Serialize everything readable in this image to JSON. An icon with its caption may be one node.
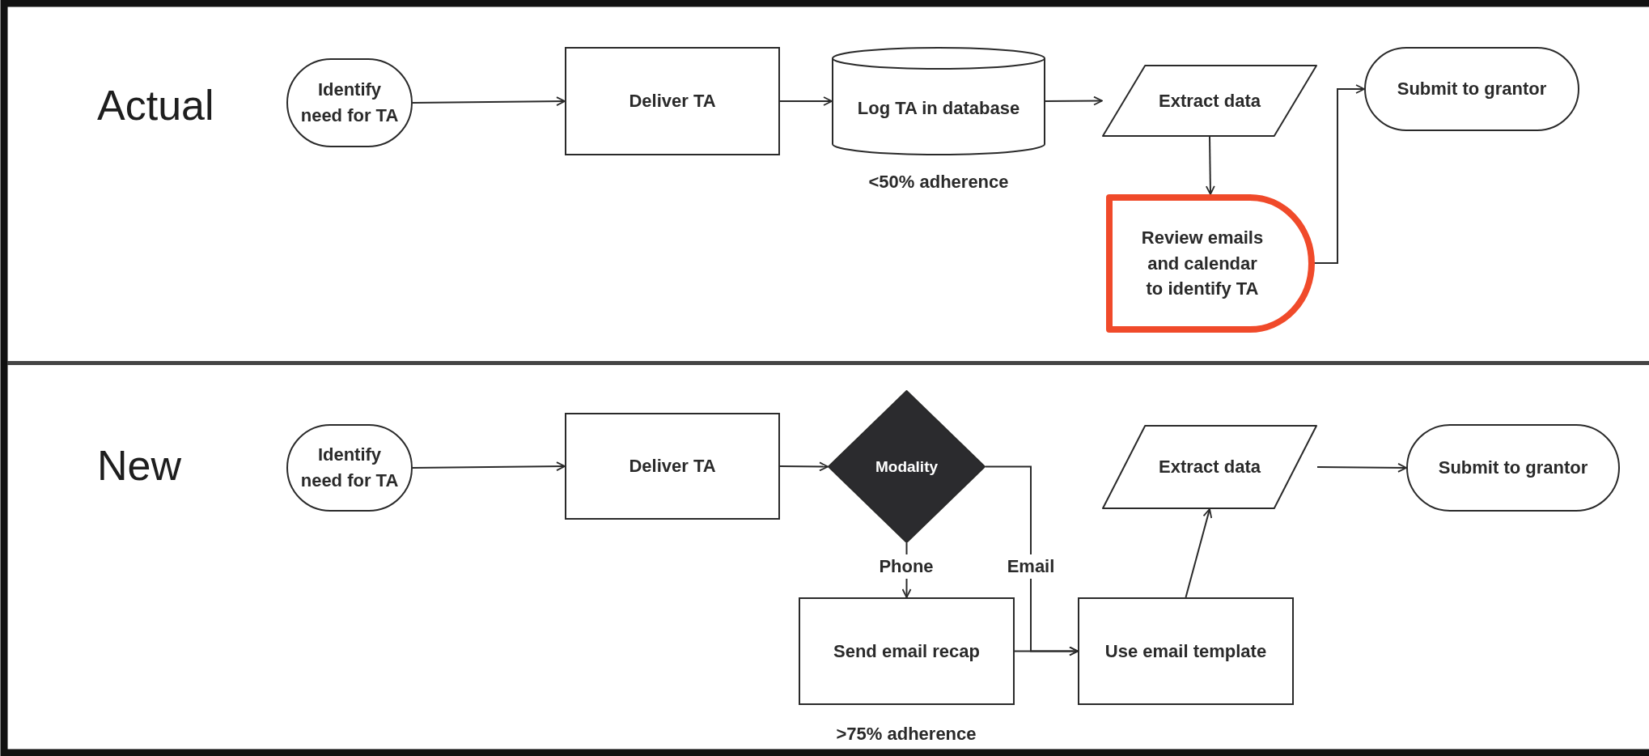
{
  "diagram": {
    "nodes": [
      {
        "text": [
          "Identify need for TA"
        ]
      },
      {
        "text": [
          "Deliver TA"
        ]
      },
      {
        "text": [
          "Log TA in database"
        ],
        "beside": [
          "<50% adherence"
        ]
      },
      {
        "text": [
          "Extract data"
        ]
      },
      {
        "text": [
          "Submit to grantor"
        ]
      },
      {
        "text": [
          "Review emails and calendar to identify TA"
        ]
      },
      {
        "text": [
          "Identify need for TA"
        ]
      },
      {
        "text": [
          "Deliver TA"
        ]
      },
      {
        "text": [
          "Modality"
        ]
      },
      {
        "text": [
          "Extract data"
        ]
      },
      {
        "text": [
          "Submit to grantor"
        ]
      },
      {
        "text": [
          "Send email recap"
        ],
        "beside": [
          ">75% adherence"
        ]
      },
      {
        "text": [
          "Use email template"
        ]
      }
    ],
    "edges": [
      {
        "from": 0,
        "to": 1,
        "arrow": "to"
      },
      {
        "from": 1,
        "to": 2,
        "arrow": "to"
      },
      {
        "from": 2,
        "to": 3,
        "arrow": "to"
      },
      {
        "from": 3,
        "to": 5,
        "arrow": "to"
      },
      {
        "from": 5,
        "to": 4,
        "arrow": "to"
      },
      {
        "from": 6,
        "to": 7,
        "arrow": "to"
      },
      {
        "from": 7,
        "to": 8,
        "arrow": "to"
      },
      {
        "from": 8,
        "to": 11,
        "arrow": "to",
        "label": "Phone"
      },
      {
        "from": 8,
        "to": 12,
        "arrow": "to",
        "label": "Email"
      },
      {
        "from": 11,
        "to": 12,
        "arrow": "to"
      },
      {
        "from": 12,
        "to": 9,
        "arrow": "to"
      },
      {
        "from": 9,
        "to": 10,
        "arrow": "to"
      }
    ],
    "labels": [
      "Actual",
      "New"
    ]
  }
}
